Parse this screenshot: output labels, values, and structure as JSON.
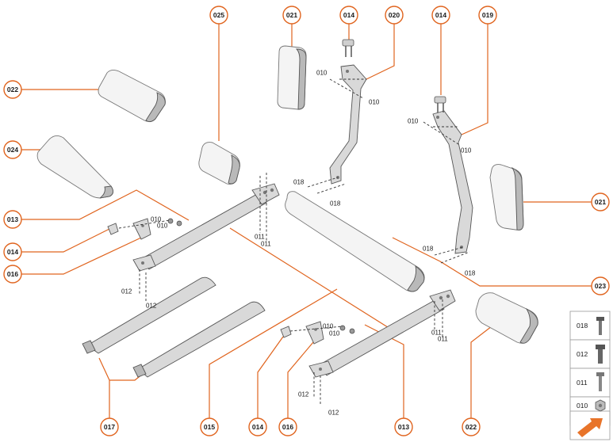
{
  "callouts": [
    {
      "id": "c025",
      "label": "025"
    },
    {
      "id": "c021a",
      "label": "021"
    },
    {
      "id": "c014a",
      "label": "014"
    },
    {
      "id": "c020",
      "label": "020"
    },
    {
      "id": "c014b",
      "label": "014"
    },
    {
      "id": "c019",
      "label": "019"
    },
    {
      "id": "c022a",
      "label": "022"
    },
    {
      "id": "c024",
      "label": "024"
    },
    {
      "id": "c013a",
      "label": "013"
    },
    {
      "id": "c014c",
      "label": "014"
    },
    {
      "id": "c016a",
      "label": "016"
    },
    {
      "id": "c021b",
      "label": "021"
    },
    {
      "id": "c023",
      "label": "023"
    },
    {
      "id": "c017",
      "label": "017"
    },
    {
      "id": "c015",
      "label": "015"
    },
    {
      "id": "c014d",
      "label": "014"
    },
    {
      "id": "c016b",
      "label": "016"
    },
    {
      "id": "c013b",
      "label": "013"
    },
    {
      "id": "c022b",
      "label": "022"
    }
  ],
  "part_labels": {
    "p010a": "010",
    "p010b": "010",
    "p010c": "010",
    "p010d": "010",
    "p010e": "010",
    "p010f": "010",
    "p010g": "010",
    "p010h": "010",
    "p018a": "018",
    "p018b": "018",
    "p018c": "018",
    "p018d": "018",
    "p011a": "011",
    "p011b": "011",
    "p011c": "011",
    "p011d": "011",
    "p012a": "012",
    "p012b": "012",
    "p012c": "012",
    "p012d": "012"
  },
  "legend": {
    "items": [
      "018",
      "012",
      "011",
      "010"
    ]
  },
  "colors": {
    "accent": "#e0641e",
    "arrow": "#e8742a"
  }
}
